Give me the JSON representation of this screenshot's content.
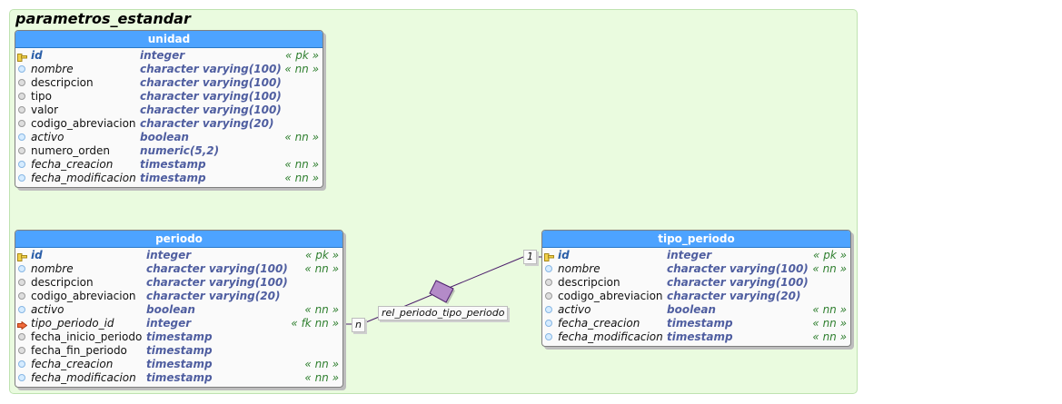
{
  "schema": {
    "name": "parametros_estandar"
  },
  "tables": {
    "unidad": {
      "name": "unidad",
      "columns": [
        {
          "name": "id",
          "type": "integer",
          "constraint": "« pk »",
          "kind": "pk"
        },
        {
          "name": "nombre",
          "type": "character varying(100)",
          "constraint": "« nn »",
          "kind": "nn"
        },
        {
          "name": "descripcion",
          "type": "character varying(100)",
          "constraint": "",
          "kind": "plain"
        },
        {
          "name": "tipo",
          "type": "character varying(100)",
          "constraint": "",
          "kind": "plain"
        },
        {
          "name": "valor",
          "type": "character varying(100)",
          "constraint": "",
          "kind": "plain"
        },
        {
          "name": "codigo_abreviacion",
          "type": "character varying(20)",
          "constraint": "",
          "kind": "plain"
        },
        {
          "name": "activo",
          "type": "boolean",
          "constraint": "« nn »",
          "kind": "nn"
        },
        {
          "name": "numero_orden",
          "type": "numeric(5,2)",
          "constraint": "",
          "kind": "plain"
        },
        {
          "name": "fecha_creacion",
          "type": "timestamp",
          "constraint": "« nn »",
          "kind": "nn"
        },
        {
          "name": "fecha_modificacion",
          "type": "timestamp",
          "constraint": "« nn »",
          "kind": "nn"
        }
      ]
    },
    "periodo": {
      "name": "periodo",
      "columns": [
        {
          "name": "id",
          "type": "integer",
          "constraint": "« pk »",
          "kind": "pk"
        },
        {
          "name": "nombre",
          "type": "character varying(100)",
          "constraint": "« nn »",
          "kind": "nn"
        },
        {
          "name": "descripcion",
          "type": "character varying(100)",
          "constraint": "",
          "kind": "plain"
        },
        {
          "name": "codigo_abreviacion",
          "type": "character varying(20)",
          "constraint": "",
          "kind": "plain"
        },
        {
          "name": "activo",
          "type": "boolean",
          "constraint": "« nn »",
          "kind": "nn"
        },
        {
          "name": "tipo_periodo_id",
          "type": "integer",
          "constraint": "« fk nn »",
          "kind": "fk"
        },
        {
          "name": "fecha_inicio_periodo",
          "type": "timestamp",
          "constraint": "",
          "kind": "plain"
        },
        {
          "name": "fecha_fin_periodo",
          "type": "timestamp",
          "constraint": "",
          "kind": "plain"
        },
        {
          "name": "fecha_creacion",
          "type": "timestamp",
          "constraint": "« nn »",
          "kind": "nn"
        },
        {
          "name": "fecha_modificacion",
          "type": "timestamp",
          "constraint": "« nn »",
          "kind": "nn"
        }
      ]
    },
    "tipo_periodo": {
      "name": "tipo_periodo",
      "columns": [
        {
          "name": "id",
          "type": "integer",
          "constraint": "« pk »",
          "kind": "pk"
        },
        {
          "name": "nombre",
          "type": "character varying(100)",
          "constraint": "« nn »",
          "kind": "nn"
        },
        {
          "name": "descripcion",
          "type": "character varying(100)",
          "constraint": "",
          "kind": "plain"
        },
        {
          "name": "codigo_abreviacion",
          "type": "character varying(20)",
          "constraint": "",
          "kind": "plain"
        },
        {
          "name": "activo",
          "type": "boolean",
          "constraint": "« nn »",
          "kind": "nn"
        },
        {
          "name": "fecha_creacion",
          "type": "timestamp",
          "constraint": "« nn »",
          "kind": "nn"
        },
        {
          "name": "fecha_modificacion",
          "type": "timestamp",
          "constraint": "« nn »",
          "kind": "nn"
        }
      ]
    }
  },
  "relationship": {
    "name": "rel_periodo_tipo_periodo",
    "card_source": "n",
    "card_target": "1"
  },
  "colors": {
    "header": "#4da3ff",
    "schema_bg": "#eafbdf",
    "relationship": "#4b1d6b",
    "diamond": "#b48bc8"
  }
}
